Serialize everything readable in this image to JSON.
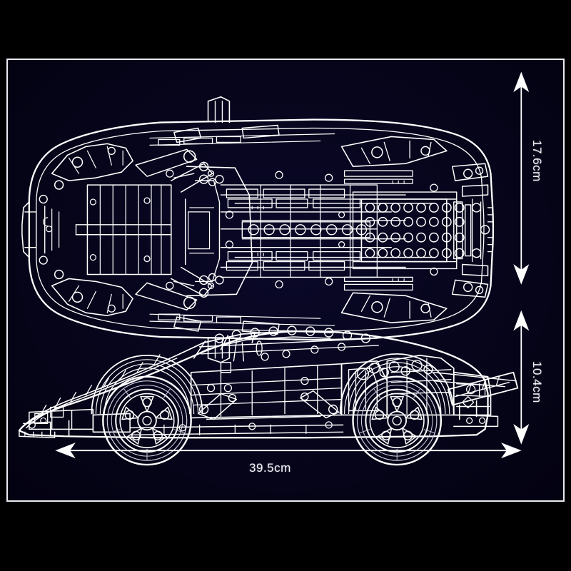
{
  "product": {
    "title": "Technic supercar brick model blueprint",
    "view_top_name": "top-view",
    "view_side_name": "side-view",
    "background_color": "#070620",
    "line_color": "#ffffff",
    "frame_color": "#e9eaf2"
  },
  "dimensions": {
    "height_label": "17.6cm",
    "depth_label": "10.4cm",
    "length_label": "39.5cm",
    "height_value": 17.6,
    "depth_value": 10.4,
    "length_value": 39.5,
    "unit": "cm"
  },
  "arrows": {
    "height_arrow_name": "height-dimension-arrow",
    "depth_arrow_name": "depth-dimension-arrow",
    "length_arrow_name": "length-dimension-arrow"
  }
}
